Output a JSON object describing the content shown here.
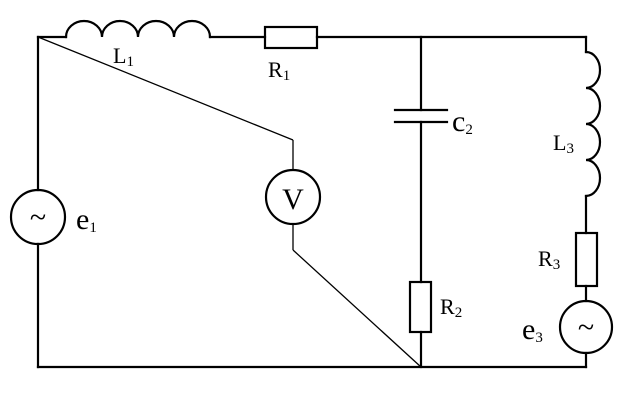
{
  "labels": {
    "L1": {
      "main": "L",
      "sub": "1"
    },
    "R1": {
      "main": "R",
      "sub": "1"
    },
    "C2": {
      "main": "c",
      "sub": "2"
    },
    "L3": {
      "main": "L",
      "sub": "3"
    },
    "R3": {
      "main": "R",
      "sub": "3"
    },
    "R2": {
      "main": "R",
      "sub": "2"
    },
    "e1": {
      "main": "e",
      "sub": "1"
    },
    "e3": {
      "main": "e",
      "sub": "3"
    },
    "voltmeter": "V",
    "source_symbol": "~"
  }
}
